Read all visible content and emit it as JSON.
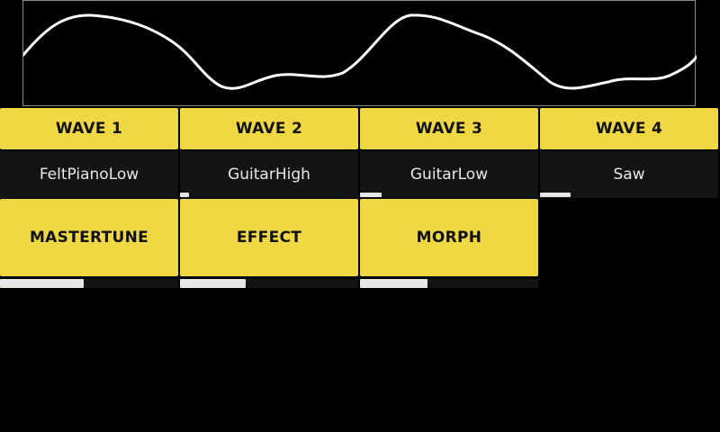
{
  "theme": {
    "accent": "#efd843",
    "background": "#000000",
    "panel": "#141414",
    "bar": "#e6e6e6"
  },
  "waves": [
    {
      "label": "WAVE 1",
      "sample": "FeltPianoLow",
      "position": 0.0
    },
    {
      "label": "WAVE 2",
      "sample": "GuitarHigh",
      "position": 0.05
    },
    {
      "label": "WAVE 3",
      "sample": "GuitarLow",
      "position": 0.12
    },
    {
      "label": "WAVE 4",
      "sample": "Saw",
      "position": 0.17
    }
  ],
  "params": [
    {
      "label": "MASTERTUNE",
      "value": 0.47
    },
    {
      "label": "EFFECT",
      "value": 0.37
    },
    {
      "label": "MORPH",
      "value": 0.38
    }
  ]
}
